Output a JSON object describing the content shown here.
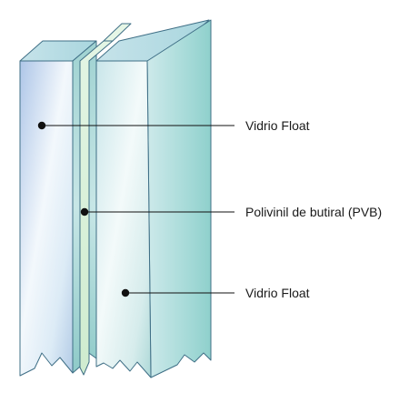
{
  "labels": {
    "top": "Vidrio Float",
    "middle": "Polivinil de butiral (PVB)",
    "bottom": "Vidrio Float"
  },
  "colors": {
    "outline": "#3f6f86",
    "glass_front_light": "#eef6fb",
    "glass_front_blue": "#b7cdea",
    "glass_side_teal": "#8fcfcc",
    "glass_top": "#b9dfe6",
    "pvb_film": "#d9f0dc",
    "leader_line": "#111111"
  }
}
